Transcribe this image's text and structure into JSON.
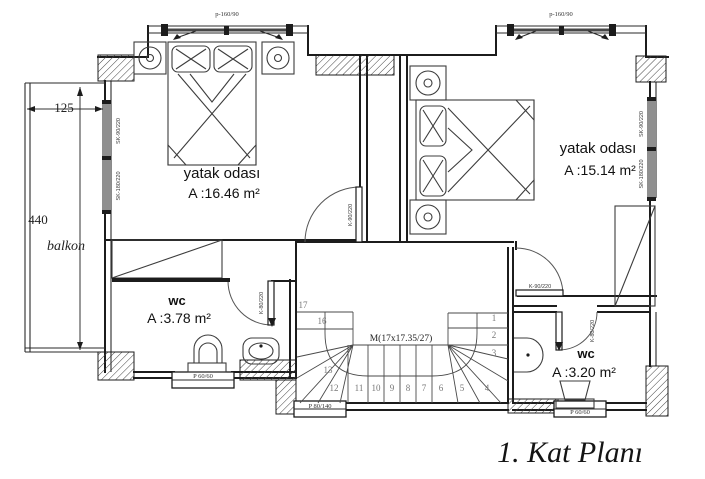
{
  "plan": {
    "title": "1. Kat Planı",
    "stairs_spec": "M(17x17.35/27)"
  },
  "rooms": {
    "bedroom_left": {
      "name": "yatak odası",
      "area": "A :16.46 m²"
    },
    "bedroom_right": {
      "name": "yatak odası",
      "area": "A :15.14 m²"
    },
    "wc_left": {
      "name": "wc",
      "area": "A :3.78 m²"
    },
    "wc_right": {
      "name": "wc",
      "area": "A :3.20 m²"
    },
    "balcony": {
      "name": "balkon"
    }
  },
  "dimensions": {
    "balcony_width": "125",
    "balcony_length": "440"
  },
  "stairs": {
    "steps": [
      "17",
      "16",
      "13",
      "12",
      "11",
      "10",
      "9",
      "8",
      "7",
      "6",
      "5",
      "4",
      "3",
      "2",
      "1"
    ]
  },
  "openings": {
    "window_bay_left": "p-160/90",
    "window_bay_right": "p-160/90",
    "window_left_upper": "SK-90/220",
    "window_left_lower": "SK-180/220",
    "window_right_upper": "SK-90/220",
    "window_right_lower": "SK-180/220",
    "door_bedroom_left": "K-90/220",
    "door_bedroom_right": "K-90/220",
    "door_wc_left": "K-80/220",
    "door_wc_right": "K-80/220",
    "window_wc_left": "P 60/60",
    "window_wc_right": "P 60/60",
    "window_stairs": "P 80/140"
  },
  "colors": {
    "line": "#1c1c1c",
    "furniture": "#3c3c3c",
    "window_fill": "#8f8f8f",
    "step_number": "#777777"
  }
}
